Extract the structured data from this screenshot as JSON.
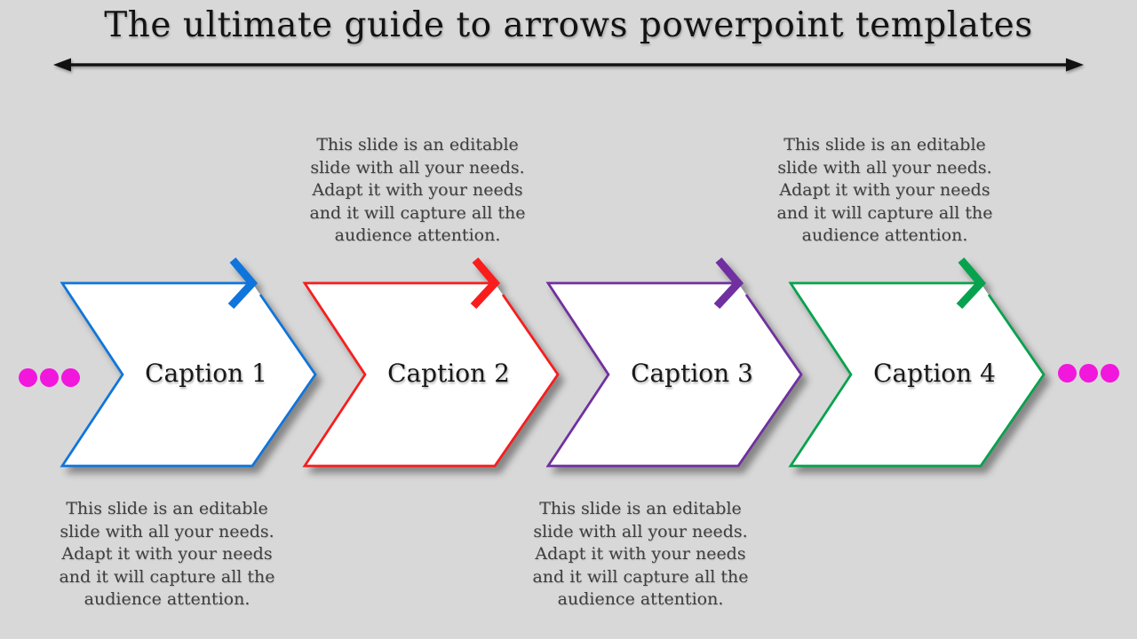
{
  "slide": {
    "title": "The ultimate guide to arrows powerpoint templates",
    "background_color": "#d8d8d8",
    "divider": {
      "type": "double-headed-arrow",
      "color": "#111111"
    },
    "description_lines": [
      "This slide is an editable",
      "slide with all your needs.",
      "Adapt it with your needs",
      "and it will capture all the",
      "audience attention."
    ],
    "arrows": [
      {
        "label": "Caption 1",
        "color": "#0f75dc",
        "description_position": "below"
      },
      {
        "label": "Caption 2",
        "color": "#f91d1d",
        "description_position": "above"
      },
      {
        "label": "Caption 3",
        "color": "#7030a0",
        "description_position": "below"
      },
      {
        "label": "Caption 4",
        "color": "#07a24e",
        "description_position": "above"
      }
    ],
    "side_dots": {
      "left_count": 3,
      "right_count": 3,
      "color": "#f217dd"
    }
  }
}
